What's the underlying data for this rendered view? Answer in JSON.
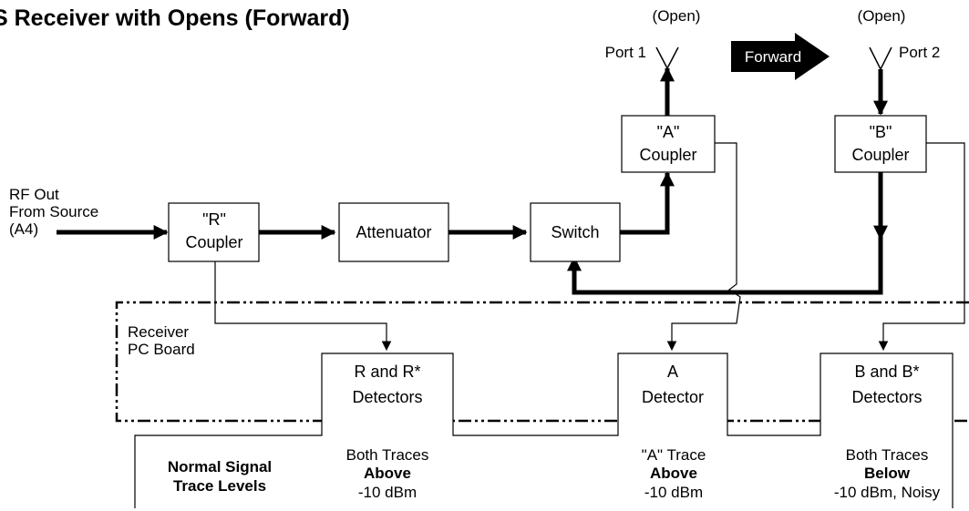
{
  "title": "S Receiver with Opens (Forward)",
  "rf_input": {
    "line1": "RF Out",
    "line2": "From Source",
    "line3": "(A4)"
  },
  "r_coupler": {
    "line1": "\"R\"",
    "line2": "Coupler"
  },
  "attenuator": {
    "label": "Attenuator"
  },
  "switch": {
    "label": "Switch"
  },
  "a_coupler": {
    "line1": "\"A\"",
    "line2": "Coupler"
  },
  "b_coupler": {
    "line1": "\"B\"",
    "line2": "Coupler"
  },
  "port1": {
    "label": "Port 1",
    "state": "(Open)"
  },
  "port2": {
    "label": "Port 2",
    "state": "(Open)"
  },
  "direction": {
    "label": "Forward"
  },
  "receiver": {
    "line1": "Receiver",
    "line2": "PC Board"
  },
  "detectors": {
    "r": {
      "line1": "R and R*",
      "line2": "Detectors"
    },
    "a": {
      "line1": "A",
      "line2": "Detector"
    },
    "b": {
      "line1": "B and B*",
      "line2": "Detectors"
    }
  },
  "levels": {
    "heading_line1": "Normal Signal",
    "heading_line2": "Trace Levels",
    "r": {
      "line1": "Both Traces",
      "line2": "Above",
      "line3": "-10 dBm"
    },
    "a": {
      "line1": "\"A\" Trace",
      "line2": "Above",
      "line3": "-10 dBm"
    },
    "b": {
      "line1": "Both Traces",
      "line2": "Below",
      "line3": "-10 dBm, Noisy"
    }
  }
}
